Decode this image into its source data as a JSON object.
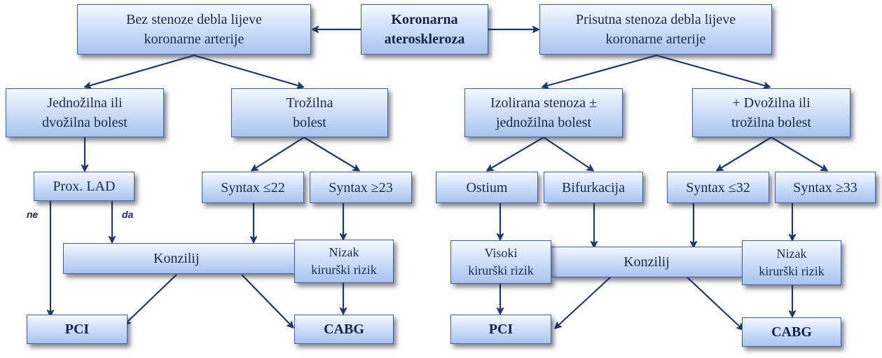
{
  "nodes": {
    "root": "Koronarna\nateroskleroza",
    "no_left_main": "Bez stenoze debla lijeve\nkoronarne arterije",
    "left_main": "Prisutna stenoza debla lijeve\nkoronarne arterije",
    "single_double": "Jednožilna ili\ndvožilna bolest",
    "triple": "Trožilna\nbolest",
    "isolated": "Izolirana stenoza ±\njednožilna bolest",
    "plus_double_triple": "+ Dvožilna ili\ntrožilna bolest",
    "prox_lad": "Prox. LAD",
    "syntax_le22": "Syntax ≤22",
    "syntax_ge23": "Syntax ≥23",
    "ostium": "Ostium",
    "bifurkacija": "Bifurkacija",
    "syntax_le32": "Syntax ≤32",
    "syntax_ge33": "Syntax ≥33",
    "konzilij_left": "Konzilij",
    "nizak_left": "Nizak\nkirurški rizik",
    "visoki": "Visoki\nkirurški rizik",
    "konzilij_right": "Konzilij",
    "nizak_right": "Nizak\nkirurški rizik",
    "pci_left": "PCI",
    "cabg_left": "CABG",
    "pci_right": "PCI",
    "cabg_right": "CABG"
  },
  "edge_labels": {
    "ne": "ne",
    "da": "da"
  },
  "colors": {
    "box_border": "#3b5fa8",
    "box_fill_top": "#f4f8ff",
    "box_fill_bottom": "#a9c3ee",
    "arrow": "#1f3a66"
  }
}
